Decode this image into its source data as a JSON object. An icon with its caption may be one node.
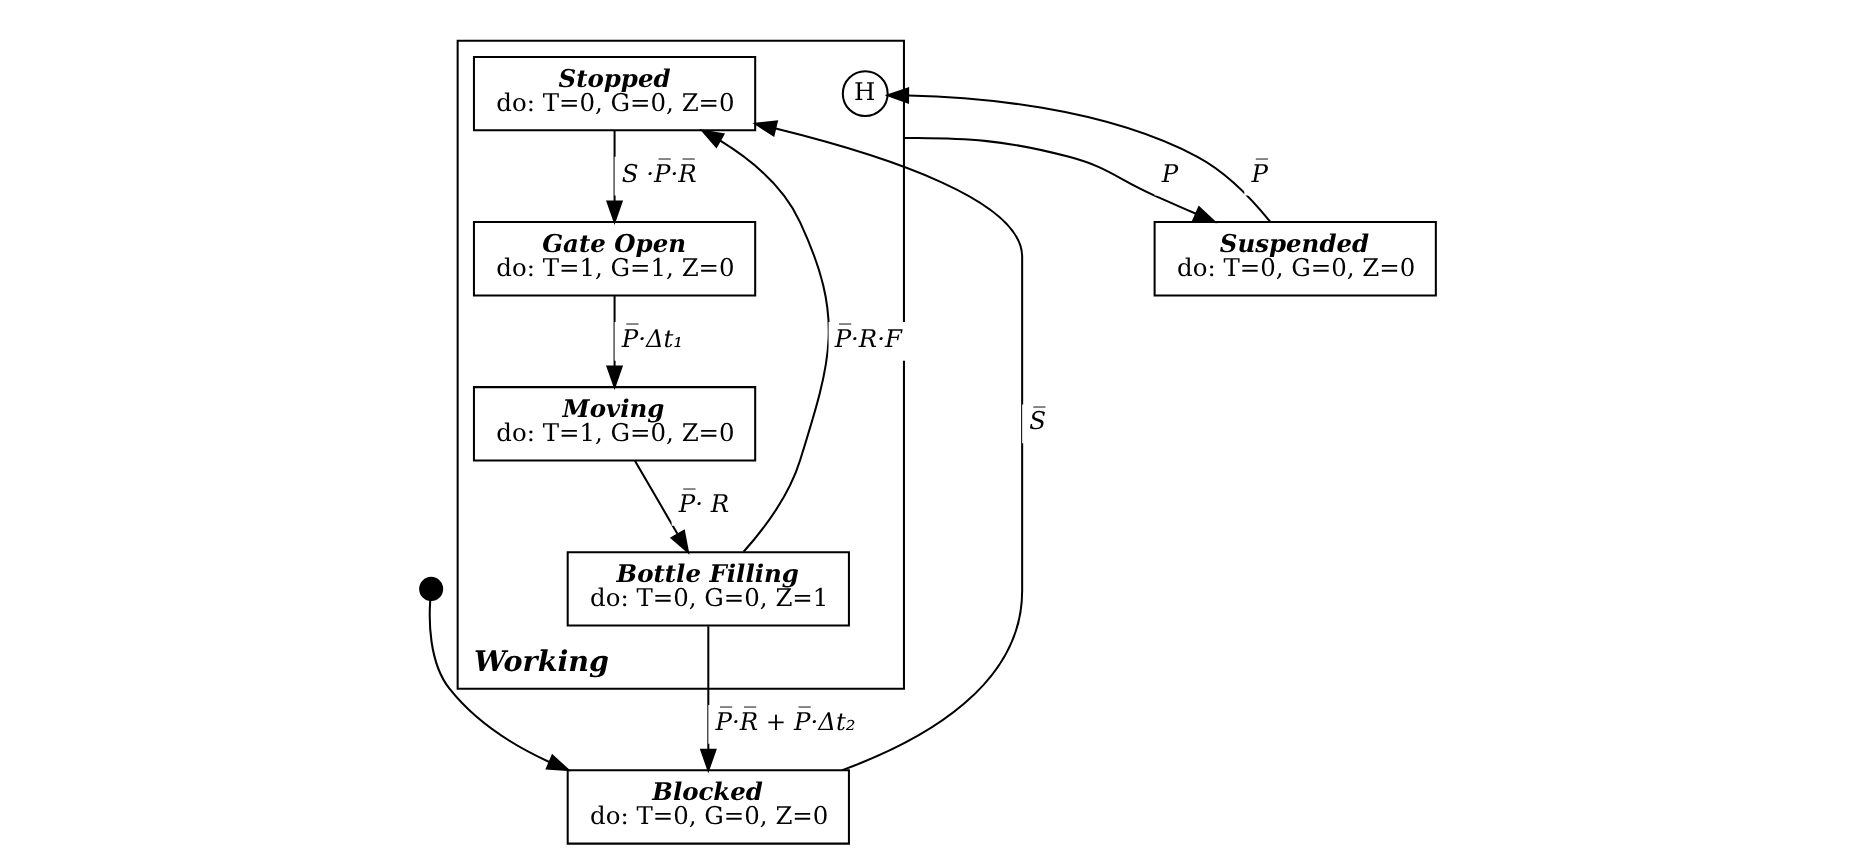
{
  "diagram": {
    "nodes": [
      {
        "text": [],
        "shape": "circle"
      },
      {
        "text": [
          "Blocked",
          "do: T=0, G=0, Z=0"
        ]
      },
      {
        "text": [
          "Working"
        ]
      },
      {
        "text": [
          "Stopped",
          "do: T=0, G=0, Z=0"
        ],
        "in": 2
      },
      {
        "text": [
          "Gate Open",
          "do: T=1, G=1, Z=0"
        ],
        "in": 2
      },
      {
        "text": [
          "Moving",
          "do: T=1, G=0, Z=0"
        ],
        "in": 2
      },
      {
        "text": [
          "Bottle Filling",
          "do: T=0, G=0, Z=1"
        ],
        "in": 2
      },
      {
        "text": [
          "H"
        ],
        "in": 2
      },
      {
        "text": [
          "Suspended",
          "do: T=0, G=0, Z=0"
        ]
      }
    ],
    "edges": [
      {
        "from": 0,
        "to": 1,
        "arrow": "to"
      },
      {
        "from": 1,
        "to": 3,
        "arrow": "to",
        "label": "S̅"
      },
      {
        "from": 3,
        "to": 4,
        "arrow": "to",
        "label": "S ·P̅·R̅"
      },
      {
        "from": 4,
        "to": 5,
        "arrow": "to",
        "label": "P̅·Δt₁"
      },
      {
        "from": 5,
        "to": 6,
        "arrow": "to",
        "label": "P̅· R"
      },
      {
        "from": 6,
        "to": 3,
        "arrow": "to",
        "label": "P̅·R·F"
      },
      {
        "from": 6,
        "to": 1,
        "arrow": "to",
        "label": "P̅·R̅ + P̅·Δt₂"
      },
      {
        "from": 2,
        "to": 8,
        "arrow": "to",
        "label": "P"
      },
      {
        "from": 8,
        "to": 7,
        "arrow": "to",
        "label": "P̅"
      }
    ]
  }
}
